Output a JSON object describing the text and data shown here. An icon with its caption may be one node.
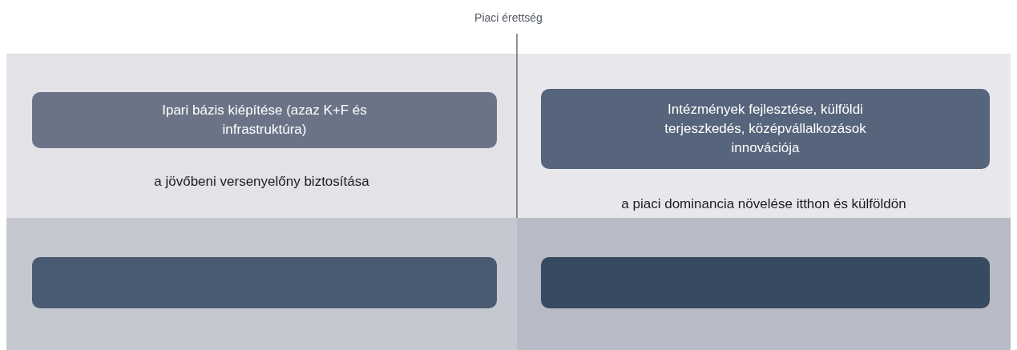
{
  "diagram": {
    "nodes": [
      {
        "text": [
          "a jövőbeni versenyelőny biztosítása"
        ]
      },
      {
        "text": [
          "Ipari bázis kiépítése (azaz K+F és infrastruktúra)"
        ],
        "in": 0
      },
      {
        "text": [
          "a piaci dominancia növelése itthon és külföldön"
        ]
      },
      {
        "text": [
          "Intézmények fejlesztése, külföldi terjeszkedés, középvállalkozások innovációja"
        ],
        "in": 2
      },
      {
        "text": [],
        "shape": "box"
      },
      {
        "text": [],
        "shape": "box",
        "in": 4
      },
      {
        "text": [],
        "shape": "box"
      },
      {
        "text": [],
        "shape": "box",
        "in": 6
      }
    ],
    "labels": [
      "Piaci érettség"
    ]
  }
}
